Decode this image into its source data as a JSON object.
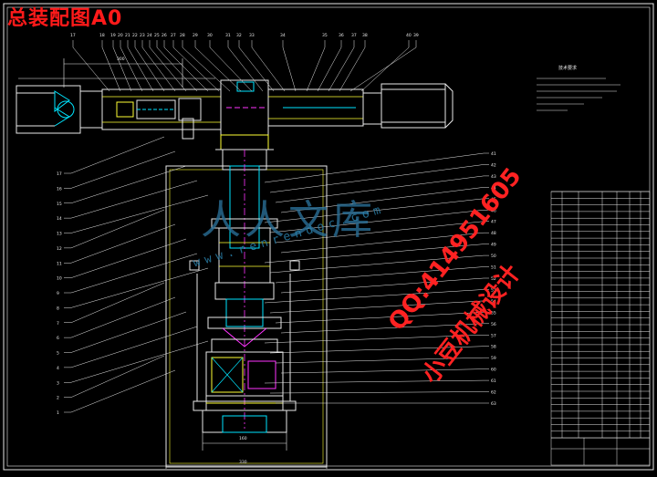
{
  "drawing": {
    "title": "总装配图A0",
    "watermark": {
      "qq": "QQ:414951605",
      "name": "小豆机械设计",
      "brand": "人人文库",
      "site": "www.renrendoc.com"
    },
    "tech_requirements_title": "技术要求",
    "top_callouts": [
      "17",
      "18",
      "19",
      "20",
      "21",
      "22",
      "23",
      "24",
      "25",
      "26",
      "27",
      "28",
      "29",
      "30",
      "31",
      "32",
      "33",
      "34",
      "35",
      "36",
      "37",
      "38",
      "39",
      "40"
    ],
    "left_callouts": [
      "17",
      "16",
      "15",
      "14",
      "13",
      "12",
      "11",
      "10",
      "9",
      "8",
      "7",
      "6",
      "5",
      "4",
      "3",
      "2",
      "1"
    ],
    "right_callouts": [
      "41",
      "42",
      "43",
      "44",
      "45",
      "46",
      "47",
      "48",
      "49",
      "50",
      "51",
      "52",
      "53",
      "54",
      "55",
      "56",
      "57",
      "58",
      "59",
      "60",
      "61",
      "62",
      "63"
    ],
    "dimensions": {
      "top_left": "300",
      "inner_width": "160",
      "base_width": "330"
    }
  },
  "colors": {
    "background": "#000000",
    "line_white": "#e8e8e8",
    "line_cyan": "#00e5ff",
    "line_yellow": "#ffff33",
    "line_green": "#33ff33",
    "line_magenta": "#ff33ff",
    "title_red": "#ff1a1a",
    "watermark_blue": "#2a7fa8"
  }
}
